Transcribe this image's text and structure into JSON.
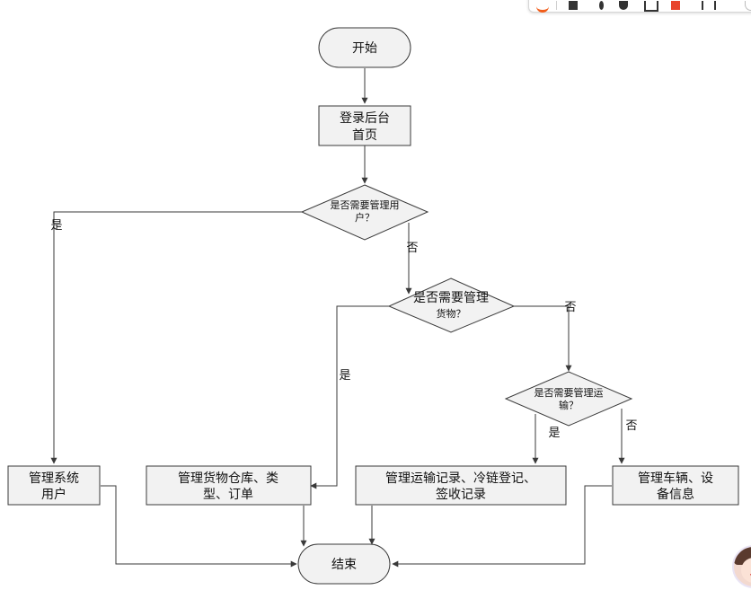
{
  "nodes": {
    "start": "开始",
    "login_line1": "登录后台",
    "login_line2": "首页",
    "q_user_line1": "是否需要管理用",
    "q_user_line2": "户？",
    "q_goods_line1": "是否需要管理",
    "q_goods_line2": "货物？",
    "q_transport_line1": "是否需要管理运",
    "q_transport_line2": "输？",
    "manage_users_line1": "管理系统",
    "manage_users_line2": "用户",
    "manage_goods_line1": "管理货物仓库、类",
    "manage_goods_line2": "型、订单",
    "manage_transport_line1": "管理运输记录、冷链登记、",
    "manage_transport_line2": "签收记录",
    "manage_vehicles_line1": "管理车辆、设",
    "manage_vehicles_line2": "备信息",
    "end": "结束"
  },
  "edge_labels": {
    "user_yes": "是",
    "user_no": "否",
    "goods_yes": "是",
    "goods_no": "否",
    "transport_yes": "是",
    "transport_no": "否"
  },
  "colors": {
    "node_fill": "#f2f2f2",
    "stroke": "#3a3a3a",
    "brand_accent": "#f25d1a"
  },
  "toolbar": {
    "icons": [
      "sougou-logo-icon",
      "chinese-mode-icon",
      "punctuation-icon",
      "microphone-icon",
      "keyboard-icon",
      "gift-icon",
      "grid-icon",
      "more-icon"
    ]
  }
}
